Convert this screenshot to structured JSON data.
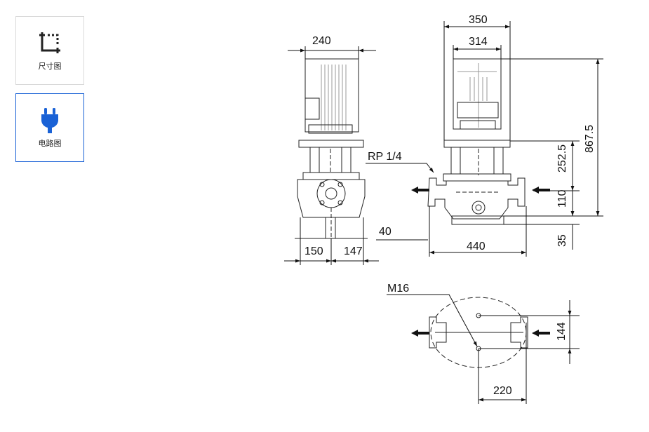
{
  "sidebar": {
    "tabs": [
      {
        "label": "尺寸图",
        "icon": "dimension-frame-icon",
        "active": false
      },
      {
        "label": "电路图",
        "icon": "power-plug-icon",
        "active": true
      }
    ],
    "accent_color": "#1a62d6"
  },
  "drawing": {
    "dims": {
      "side_width": "240",
      "side_left_base": "150",
      "side_right_base": "147",
      "front_overall_width": "350",
      "front_motor_width": "314",
      "overall_height": "867.5",
      "port_to_top": "252.5",
      "port_height": "110",
      "base_height": "35",
      "port_span": "440",
      "offset": "40",
      "gauge_port": "RP 1/4",
      "bolt_size": "M16",
      "bolt_spacing_vertical": "144",
      "bolt_spacing_horizontal": "220"
    }
  }
}
